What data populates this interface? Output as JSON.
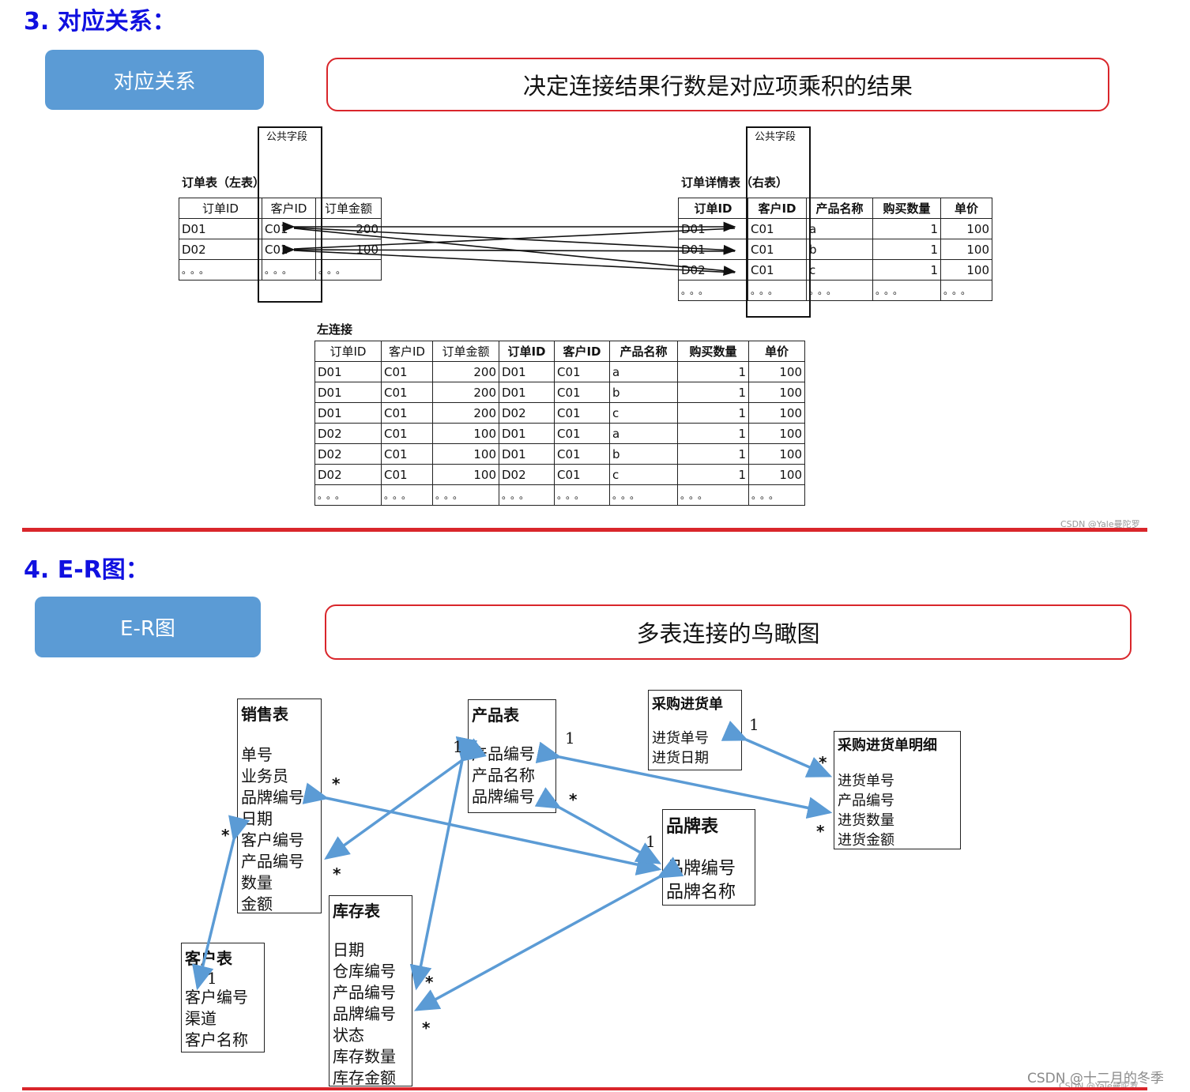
{
  "section3": {
    "heading": "3. 对应关系：",
    "pill": "对应关系",
    "callout": "决定连接结果行数是对应项乘积的结果",
    "public_field_label": "公共字段",
    "left_table": {
      "caption": "订单表（左表）",
      "headers": [
        "订单ID",
        "客户ID",
        "订单金额"
      ],
      "rows": [
        [
          "D01",
          "C01",
          "200"
        ],
        [
          "D02",
          "C01",
          "100"
        ]
      ],
      "ellipsis": "。。。"
    },
    "right_table": {
      "caption": "订单详情表（右表）",
      "headers": [
        "订单ID",
        "客户ID",
        "产品名称",
        "购买数量",
        "单价"
      ],
      "rows": [
        [
          "D01",
          "C01",
          "a",
          "1",
          "100"
        ],
        [
          "D01",
          "C01",
          "b",
          "1",
          "100"
        ],
        [
          "D02",
          "C01",
          "c",
          "1",
          "100"
        ]
      ],
      "ellipsis": "。。。"
    },
    "join_table": {
      "caption": "左连接",
      "headers": [
        "订单ID",
        "客户ID",
        "订单金额",
        "订单ID",
        "客户ID",
        "产品名称",
        "购买数量",
        "单价"
      ],
      "rows": [
        [
          "D01",
          "C01",
          "200",
          "D01",
          "C01",
          "a",
          "1",
          "100"
        ],
        [
          "D01",
          "C01",
          "200",
          "D01",
          "C01",
          "b",
          "1",
          "100"
        ],
        [
          "D01",
          "C01",
          "200",
          "D02",
          "C01",
          "c",
          "1",
          "100"
        ],
        [
          "D02",
          "C01",
          "100",
          "D01",
          "C01",
          "a",
          "1",
          "100"
        ],
        [
          "D02",
          "C01",
          "100",
          "D01",
          "C01",
          "b",
          "1",
          "100"
        ],
        [
          "D02",
          "C01",
          "100",
          "D02",
          "C01",
          "c",
          "1",
          "100"
        ]
      ],
      "ellipsis": "。。。"
    },
    "watermark": "CSDN @Yale曼陀罗"
  },
  "section4": {
    "heading": "4. E-R图：",
    "pill": "E-R图",
    "callout": "多表连接的鸟瞰图",
    "entities": {
      "sales": {
        "title": "销售表",
        "fields": [
          "单号",
          "业务员",
          "品牌编号",
          "日期",
          "客户编号",
          "产品编号",
          "数量",
          "金额"
        ]
      },
      "product": {
        "title": "产品表",
        "fields": [
          "产品编号",
          "产品名称",
          "品牌编号"
        ]
      },
      "purchase": {
        "title": "采购进货单",
        "fields": [
          "进货单号",
          "进货日期"
        ]
      },
      "purchase_detail": {
        "title": "采购进货单明细",
        "fields": [
          "进货单号",
          "产品编号",
          "进货数量",
          "进货金额"
        ]
      },
      "brand": {
        "title": "品牌表",
        "fields": [
          "品牌编号",
          "品牌名称"
        ]
      },
      "inventory": {
        "title": "库存表",
        "fields": [
          "日期",
          "仓库编号",
          "产品编号",
          "品牌编号",
          "状态",
          "库存数量",
          "库存金额"
        ]
      },
      "customer": {
        "title": "客户表",
        "fields": [
          "客户编号",
          "渠道",
          "客户名称"
        ]
      }
    },
    "multiplicity": {
      "one": "1",
      "many": "*"
    },
    "watermark_main": "CSDN @十二月的冬季",
    "watermark_small": "CSDN @Yale曼陀罗"
  },
  "colors": {
    "heading": "#1010e0",
    "pill": "#5b9bd5",
    "accent_red": "#d9262b",
    "arrow_blue": "#5b9bd5"
  }
}
